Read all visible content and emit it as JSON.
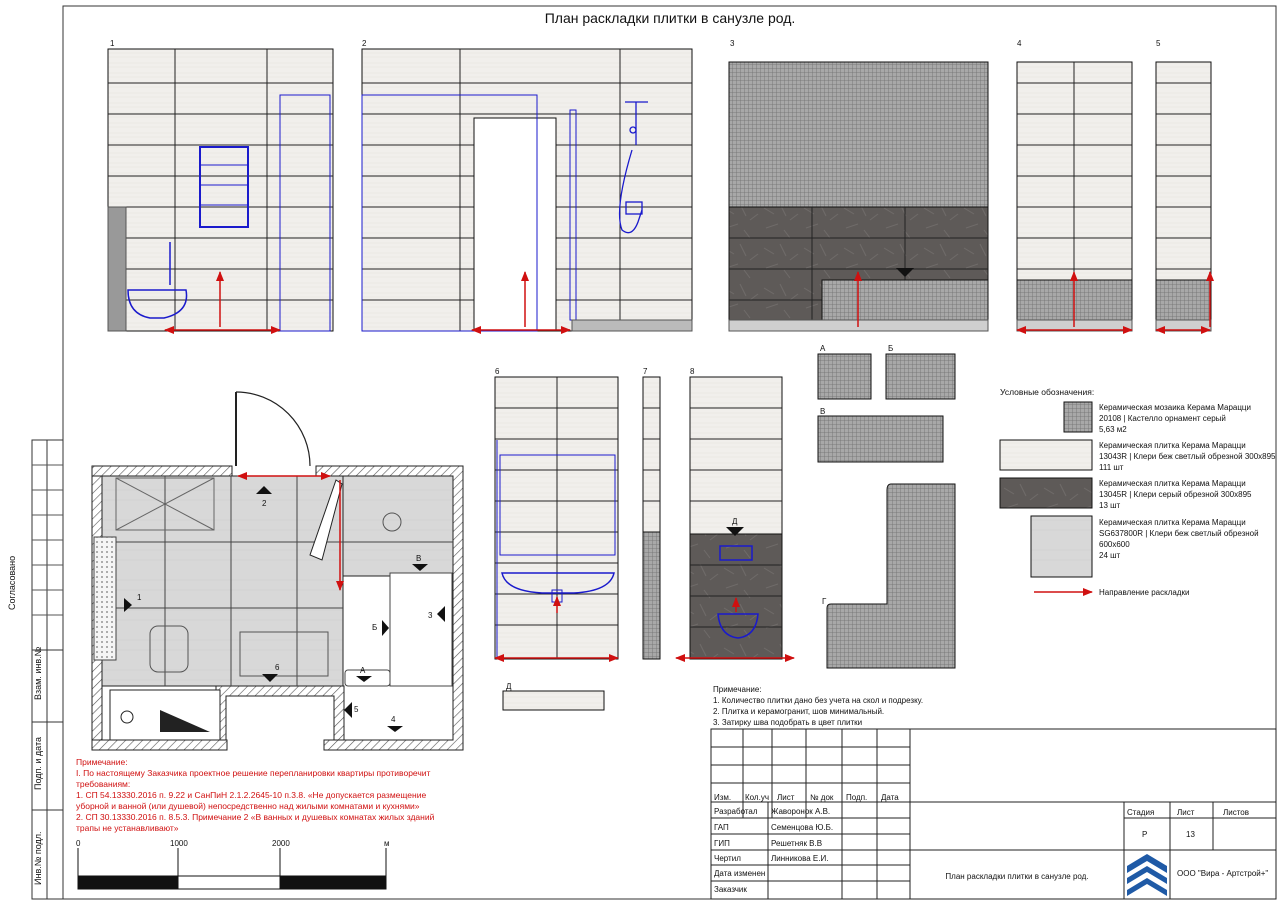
{
  "title": "План раскладки плитки в санузле род.",
  "elevation_labels": [
    "1",
    "2",
    "3",
    "4",
    "5",
    "6",
    "7",
    "8"
  ],
  "tile_labels": [
    "А",
    "Б",
    "В",
    "Г",
    "Д"
  ],
  "plan_markers": [
    "1",
    "2",
    "3",
    "4",
    "5",
    "6",
    "А",
    "Б",
    "В"
  ],
  "legend": {
    "heading": "Условные обозначения:",
    "items": [
      {
        "lines": [
          "Керамическая мозаика Керама Марацци",
          "20108 | Кастелло орнамент серый",
          "5,63 м2"
        ],
        "pattern": "mosaic"
      },
      {
        "lines": [
          "Керамическая плитка Керама Марацци",
          "13043R | Клери беж светлый обрезной 300х895",
          "111 шт"
        ],
        "pattern": "light-tile"
      },
      {
        "lines": [
          "Керамическая плитка Керама Марацци",
          "13045R | Клери серый обрезной 300х895",
          "13 шт"
        ],
        "pattern": "dark-tile"
      },
      {
        "lines": [
          "Керамическая плитка Керама Марацци",
          "SG637800R | Клери беж светлый обрезной",
          "600х600",
          "24 шт"
        ],
        "pattern": "floor-tile"
      }
    ],
    "direction_label": "Направление раскладки"
  },
  "notes": {
    "heading": "Примечание:",
    "lines": [
      "1. Количество плитки дано без учета на скол и подрезку.",
      "2. Плитка и керамогранит, шов минимальный.",
      "3. Затирку шва подобрать в цвет плитки"
    ]
  },
  "warning": {
    "lines": [
      "Примечание:",
      "I. По настоящему Заказчика проектное решение перепланировки квартиры противоречит",
      "требованиям:",
      "1. СП 54.13330.2016 п. 9.22 и СанПиН 2.1.2.2645-10 п.3.8. «Не допускается размещение",
      "уборной и ванной (или душевой) непосредственно над жилыми комнатами и кухнями»",
      "2. СП 30.13330.2016 п. 8.5.3. Примечание 2 «В ванных и душевых комнатах жилых зданий",
      "трапы не устанавливают»"
    ]
  },
  "scale": {
    "ticks": [
      "0",
      "1000",
      "2000",
      "м"
    ]
  },
  "side_stamp": [
    "Согласовано",
    "Взам. инв.№",
    "Подп. и дата",
    "Инв.№ подл."
  ],
  "titleblock": {
    "columns": [
      "Изм.",
      "Кол.уч",
      "Лист",
      "№ док",
      "Подп.",
      "Дата"
    ],
    "roles": [
      {
        "role": "Разработал",
        "name": "Жаворонок А.В."
      },
      {
        "role": "ГАП",
        "name": "Семенцова Ю.Б."
      },
      {
        "role": "ГИП",
        "name": "Решетняк В.В"
      },
      {
        "role": "Чертил",
        "name": "Линникова Е.И."
      },
      {
        "role": "Дата изменен",
        "name": ""
      },
      {
        "role": "Заказчик",
        "name": ""
      }
    ],
    "stage_label": "Стадия",
    "sheet_label": "Лист",
    "sheets_label": "Листов",
    "stage": "Р",
    "sheet": "13",
    "sheet_title": "План раскладки плитки в санузле род.",
    "company": "ООО \"Вира - Артстрой+\"",
    "logo": "company-logo-icon"
  },
  "colors": {
    "red": "#d01010",
    "blue": "#1a1acc",
    "dark_tile": "#5e5a58",
    "light_tile": "#f1efec",
    "mosaic": "#9a9a9a",
    "floor": "#d6d6d6"
  }
}
